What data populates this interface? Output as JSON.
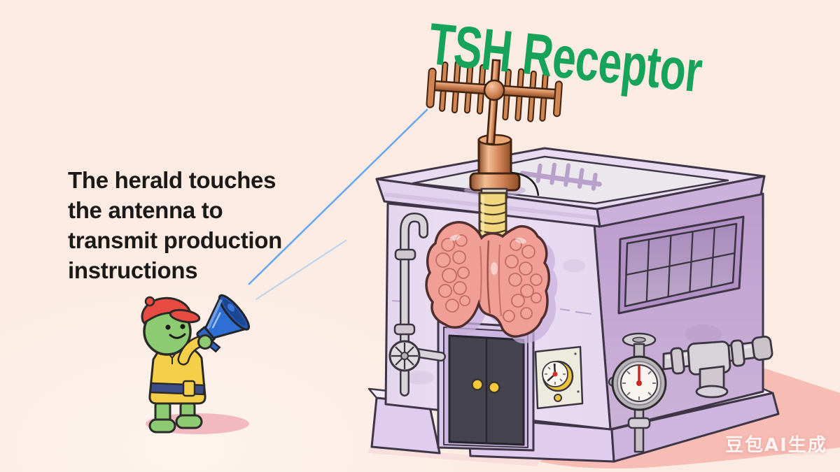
{
  "title": {
    "text": "TSH Receptor",
    "color": "#17a45a"
  },
  "caption": {
    "lines": [
      "The herald touches",
      "the antenna to",
      "transmit production",
      "instructions"
    ],
    "color": "#1c1a19"
  },
  "watermark": {
    "text": "豆包AI生成"
  },
  "palette": {
    "background": "#fcebe2",
    "building_front": "#e9dcf2",
    "building_side": "#c4a7d3",
    "roof_panel": "#eae7ed",
    "thyroid_pink": "#f19e96",
    "trachea_yellow": "#f2d67d",
    "antenna_copper": "#cf8355",
    "megaphone_blue": "#2f6fd4",
    "coat_yellow": "#f6cf48",
    "cap_red": "#e84b41",
    "character_green": "#8ccb72",
    "beam_blue": "#66a9ef",
    "ground_shadow_pink": "#f7bcb3",
    "door_dark": "#44434e",
    "knob_yellow": "#f5ca3a"
  }
}
